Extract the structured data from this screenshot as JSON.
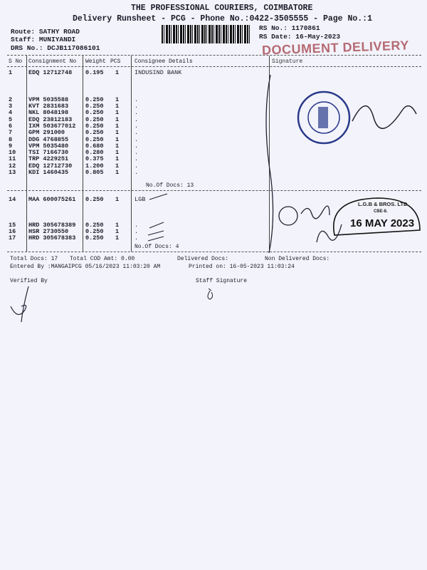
{
  "header": {
    "company": "THE PROFESSIONAL COURIERS, COIMBATORE",
    "subtitle": "Delivery Runsheet - PCG - Phone No.:0422-3505555 - Page No.:1",
    "route": "Route: SATHY ROAD",
    "staff": "Staff: MUNIYANDI",
    "drs": "DRS No.: DCJB117086101",
    "rs_no": "RS No.: 1170861",
    "rs_date": "RS Date: 16-May-2023"
  },
  "stamp_doc": "DOCUMENT DELIVERY",
  "columns": {
    "sno": "S No",
    "consignment": "Consignment No",
    "weight": "Weight",
    "pcs": "PCS",
    "consignee": "Consignee Details",
    "signature": "Signature"
  },
  "group1": {
    "rows": [
      {
        "sno": "1",
        "cn": "EDQ 12712748",
        "wt": "0.195",
        "pcs": "1",
        "cons": "INDUSIND BANK"
      },
      {
        "sno": "2",
        "cn": "VPM 5035588",
        "wt": "0.250",
        "pcs": "1",
        "cons": "."
      },
      {
        "sno": "3",
        "cn": "KVT 2831683",
        "wt": "0.250",
        "pcs": "1",
        "cons": "."
      },
      {
        "sno": "4",
        "cn": "NKL 8048198",
        "wt": "0.250",
        "pcs": "1",
        "cons": "."
      },
      {
        "sno": "5",
        "cn": "EDQ 23812183",
        "wt": "0.250",
        "pcs": "1",
        "cons": "."
      },
      {
        "sno": "6",
        "cn": "IXM 503677012",
        "wt": "0.250",
        "pcs": "1",
        "cons": "."
      },
      {
        "sno": "7",
        "cn": "GPM 291000",
        "wt": "0.250",
        "pcs": "1",
        "cons": "."
      },
      {
        "sno": "8",
        "cn": "DDG 4768855",
        "wt": "0.250",
        "pcs": "1",
        "cons": "."
      },
      {
        "sno": "9",
        "cn": "VPM 5035480",
        "wt": "0.680",
        "pcs": "1",
        "cons": "."
      },
      {
        "sno": "10",
        "cn": "TSI 7166730",
        "wt": "0.280",
        "pcs": "1",
        "cons": "."
      },
      {
        "sno": "11",
        "cn": "TRP 4229251",
        "wt": "0.375",
        "pcs": "1",
        "cons": "."
      },
      {
        "sno": "12",
        "cn": "EDQ 12712730",
        "wt": "1.200",
        "pcs": "1",
        "cons": "."
      },
      {
        "sno": "13",
        "cn": "KDI 1460435",
        "wt": "0.805",
        "pcs": "1",
        "cons": "."
      }
    ],
    "docs": "No.Of Docs: 13"
  },
  "group2": {
    "rows": [
      {
        "sno": "14",
        "cn": "MAA 600075261",
        "wt": "0.250",
        "pcs": "1",
        "cons": "LGB"
      },
      {
        "sno": "15",
        "cn": "HRD 305678389",
        "wt": "0.250",
        "pcs": "1",
        "cons": "."
      },
      {
        "sno": "16",
        "cn": "HSR 2730550",
        "wt": "0.250",
        "pcs": "1",
        "cons": "."
      },
      {
        "sno": "17",
        "cn": "HRD 305678383",
        "wt": "0.250",
        "pcs": "1",
        "cons": "."
      }
    ],
    "docs": "No.Of Docs: 4"
  },
  "lgb_stamp": {
    "name": "L.G.B & BROS. LTD.",
    "city": "CBE-8.",
    "date": "16 MAY 2023"
  },
  "footer": {
    "total_docs": "Total Docs:  17",
    "total_cod": "Total COD Amt:    0.00",
    "delivered": "Delivered Docs:",
    "non_delivered": "Non Delivered Docs:",
    "entered": "Entered By :MANGAIPCG 05/16/2023 11:03:20 AM",
    "printed": "Printed on: 16-05-2023 11:03:24",
    "verified": "Verified By",
    "staff_sig": "Staff Signature"
  }
}
